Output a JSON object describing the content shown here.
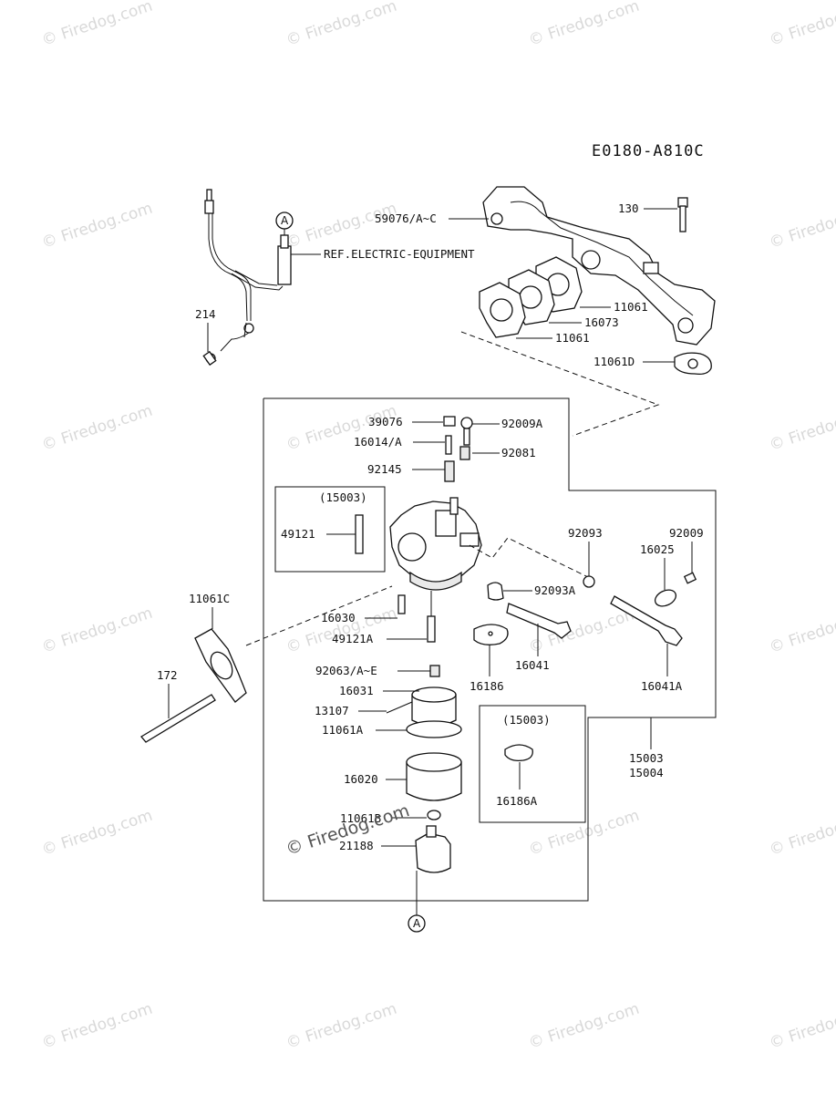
{
  "diagram_code": "E0180-A810C",
  "reference_note": "REF.ELECTRIC-EQUIPMENT",
  "callouts": {
    "top": "A",
    "bottom": "A"
  },
  "sub_assemblies": {
    "pilot_jet_kit": {
      "title": "(15003)",
      "part": "49121"
    },
    "diaphragm_kit": {
      "title": "(15003)",
      "part": "16186A"
    }
  },
  "part_labels": {
    "p59076": "59076/A~C",
    "p130": "130",
    "p11061_upper": "11061",
    "p16073": "16073",
    "p11061_lower": "11061",
    "p11061D": "11061D",
    "p214": "214",
    "p39076": "39076",
    "p92009A": "92009A",
    "p16014A": "16014/A",
    "p92081": "92081",
    "p92145": "92145",
    "p92093": "92093",
    "p92009": "92009",
    "p16025": "16025",
    "p11061C": "11061C",
    "p92093A": "92093A",
    "p16030": "16030",
    "p49121A": "49121A",
    "p16041": "16041",
    "p16186": "16186",
    "p16041A": "16041A",
    "p172": "172",
    "p92063": "92063/A~E",
    "p16031": "16031",
    "p13107": "13107",
    "p11061A": "11061A",
    "p15003": "15003",
    "p15004": "15004",
    "p16020": "16020",
    "p11061B": "11061B",
    "p21188": "21188"
  },
  "watermark": {
    "text": "© Firedog.com",
    "big_text": "© Firedog.com"
  }
}
